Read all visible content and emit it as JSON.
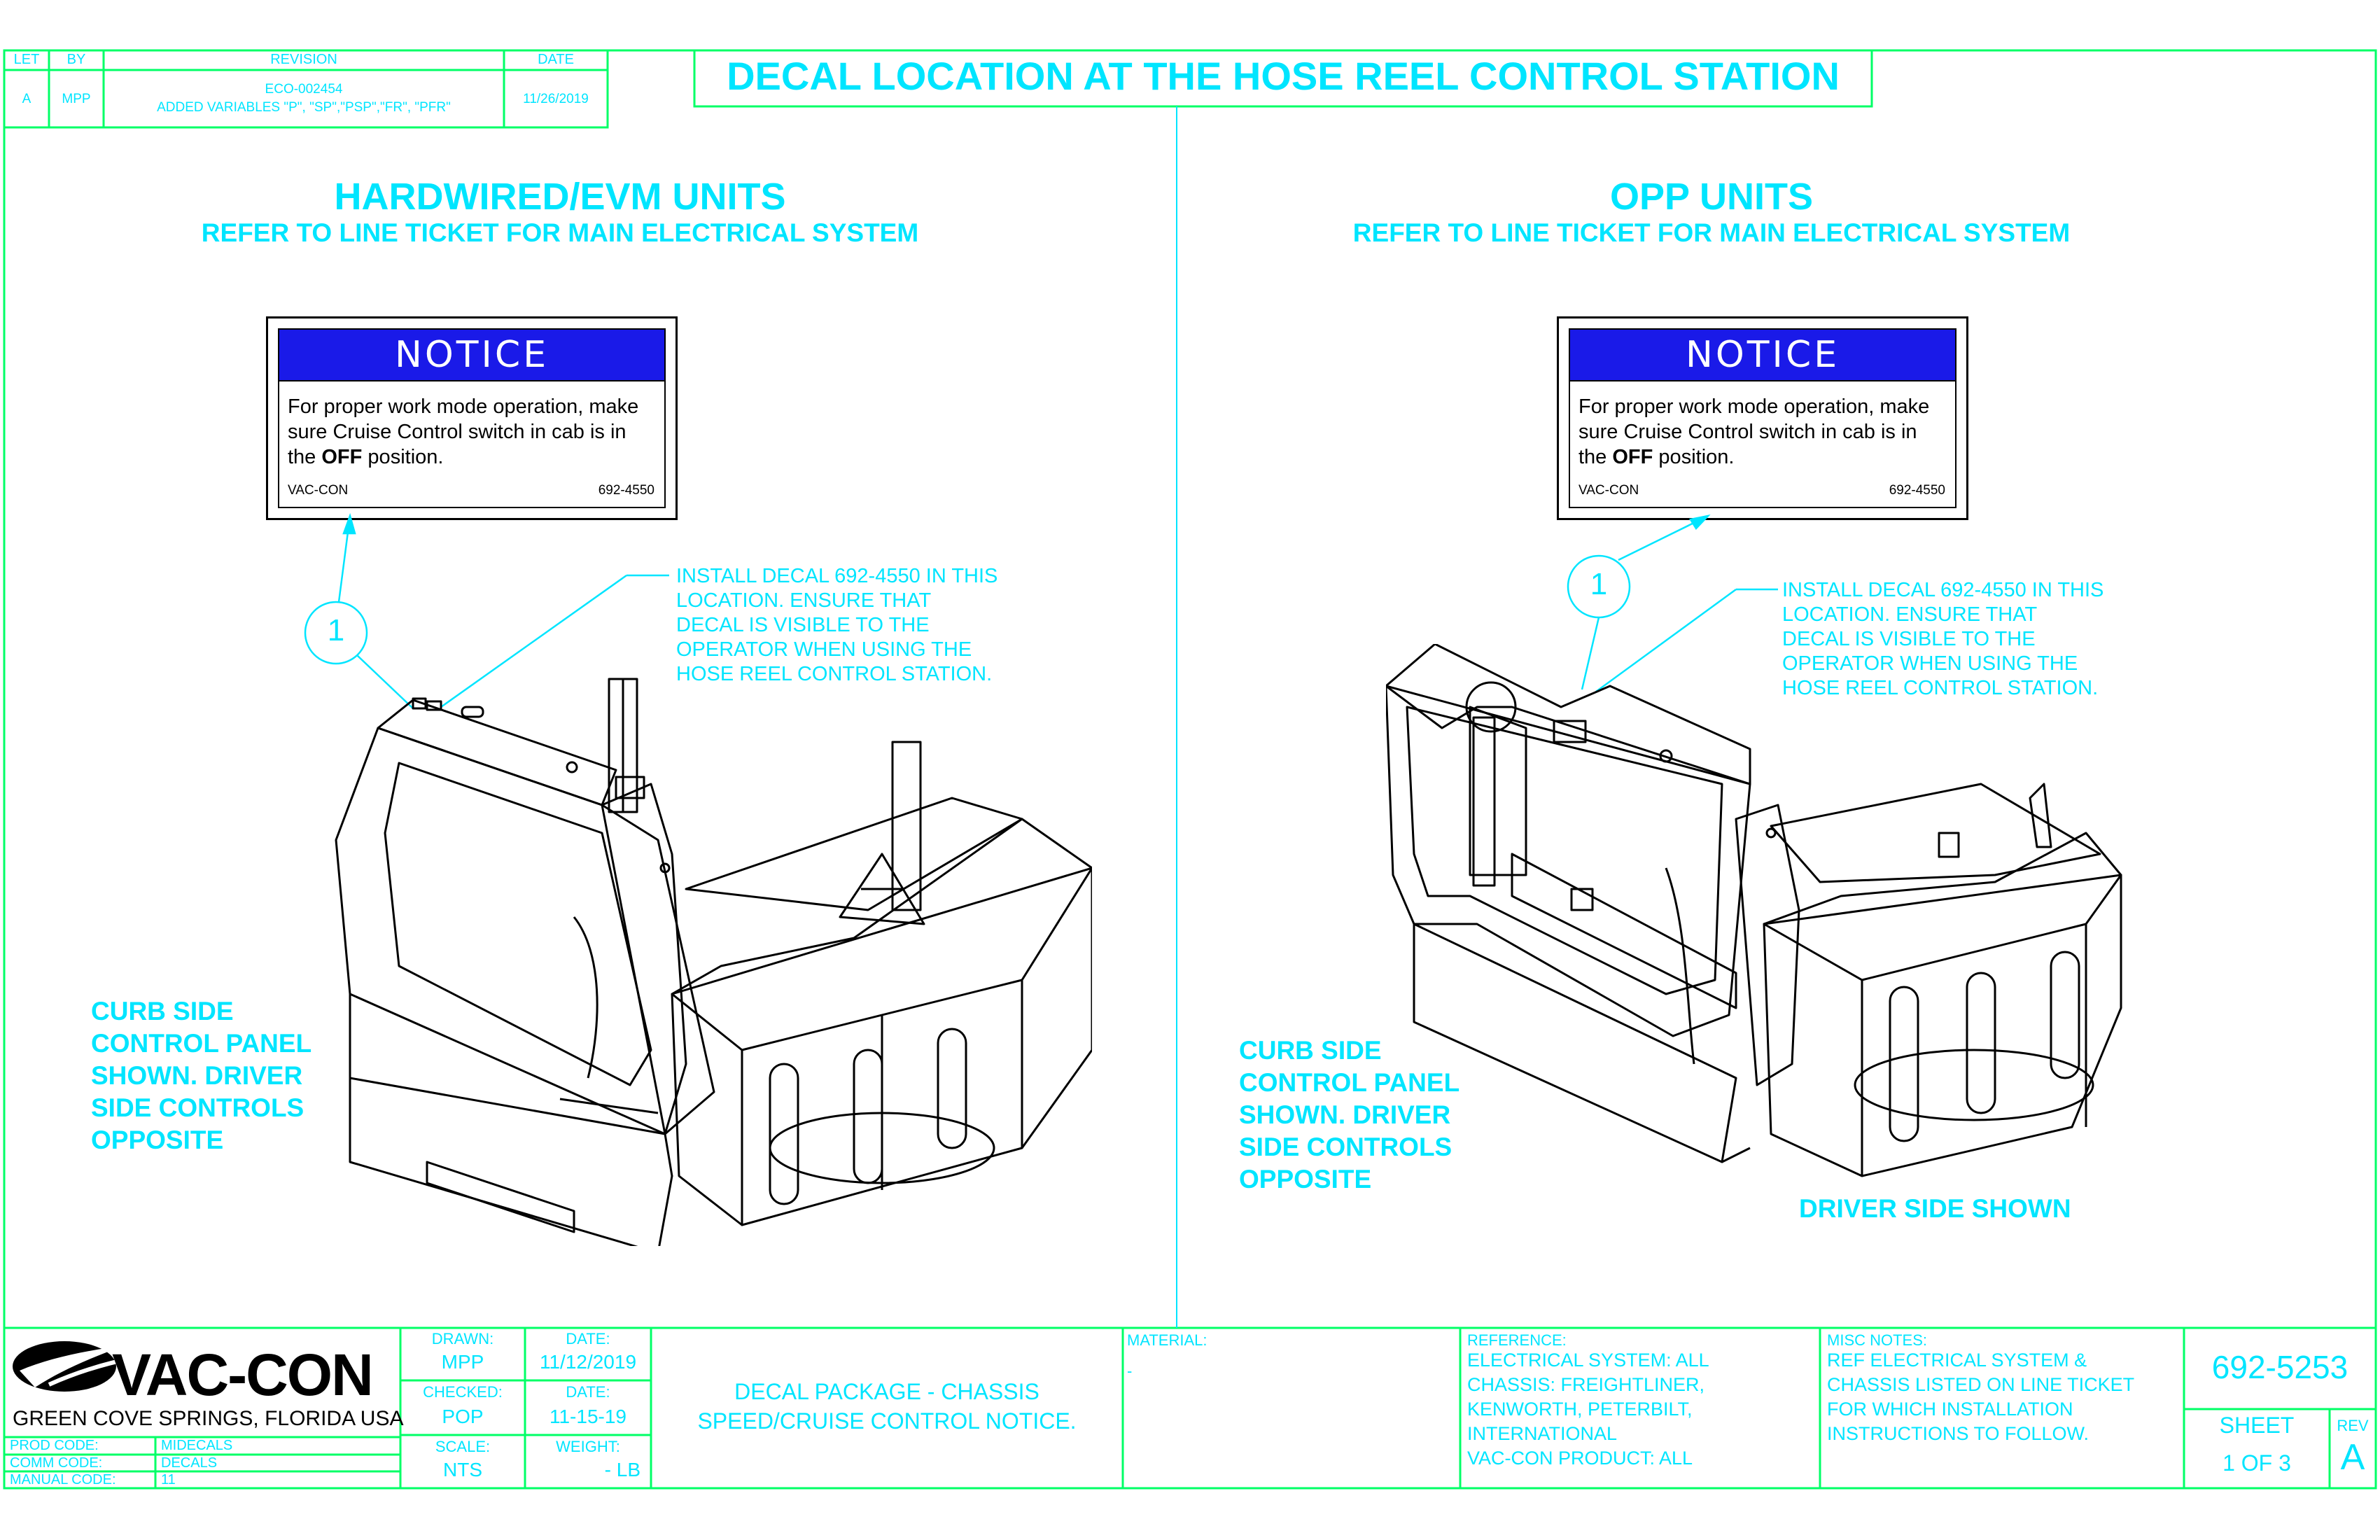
{
  "revision_table": {
    "headers": {
      "let": "LET",
      "by": "BY",
      "revision": "REVISION",
      "date": "DATE"
    },
    "row": {
      "let": "A",
      "by": "MPP",
      "rev_line1": "ECO-002454",
      "rev_line2": "ADDED VARIABLES \"P\", \"SP\",\"PSP\",\"FR\", \"PFR\"",
      "date": "11/26/2019"
    }
  },
  "title": "DECAL LOCATION AT THE HOSE REEL CONTROL STATION",
  "left_panel": {
    "heading": "HARDWIRED/EVM UNITS",
    "subheading": "REFER TO LINE TICKET FOR MAIN ELECTRICAL SYSTEM",
    "callout_number": "1",
    "install_note": "INSTALL DECAL 692-4550 IN THIS\nLOCATION. ENSURE THAT\nDECAL IS VISIBLE TO THE\nOPERATOR WHEN USING THE\nHOSE REEL CONTROL STATION.",
    "side_note": "CURB SIDE\nCONTROL PANEL\nSHOWN. DRIVER\nSIDE CONTROLS\nOPPOSITE"
  },
  "right_panel": {
    "heading": "OPP UNITS",
    "subheading": "REFER TO LINE TICKET FOR MAIN ELECTRICAL SYSTEM",
    "callout_number": "1",
    "install_note": "INSTALL DECAL 692-4550 IN THIS\nLOCATION. ENSURE THAT\nDECAL IS VISIBLE TO THE\nOPERATOR WHEN USING THE\nHOSE REEL CONTROL STATION.",
    "side_note": "CURB SIDE\nCONTROL PANEL\nSHOWN. DRIVER\nSIDE CONTROLS\nOPPOSITE",
    "driver_note": "DRIVER SIDE SHOWN"
  },
  "decal": {
    "header": "NOTICE",
    "text_before": "For proper work mode operation, make sure Cruise Control switch in cab is in the ",
    "text_bold": "OFF",
    "text_after": " position.",
    "brand": "VAC-CON",
    "part_number": "692-4550"
  },
  "title_block": {
    "logo_text": "VAC-CON",
    "location": "GREEN COVE SPRINGS, FLORIDA USA",
    "prod_code_label": "PROD CODE:",
    "prod_code": "MIDECALS",
    "comm_code_label": "COMM CODE:",
    "comm_code": "DECALS",
    "manual_code_label": "MANUAL CODE:",
    "manual_code": "11",
    "drawn_label": "DRAWN:",
    "drawn": "MPP",
    "drawn_date_label": "DATE:",
    "drawn_date": "11/12/2019",
    "checked_label": "CHECKED:",
    "checked": "POP",
    "checked_date_label": "DATE:",
    "checked_date": "11-15-19",
    "scale_label": "SCALE:",
    "scale": "NTS",
    "weight_label": "WEIGHT:",
    "weight": "- LB",
    "description_line1": "DECAL PACKAGE - CHASSIS",
    "description_line2": "SPEED/CRUISE CONTROL NOTICE.",
    "material_label": "MATERIAL:",
    "material": "-",
    "reference_label": "REFERENCE:",
    "reference": "ELECTRICAL SYSTEM: ALL\nCHASSIS: FREIGHTLINER,\nKENWORTH, PETERBILT,\nINTERNATIONAL\nVAC-CON PRODUCT: ALL",
    "misc_label": "MISC NOTES:",
    "misc": "REF ELECTRICAL SYSTEM &\nCHASSIS LISTED ON LINE TICKET\nFOR WHICH INSTALLATION\nINSTRUCTIONS TO FOLLOW.",
    "drawing_number": "692-5253",
    "sheet_label": "SHEET",
    "sheet": "1 OF 3",
    "rev_label": "REV",
    "rev": "A"
  },
  "colors": {
    "line": "#00ff66",
    "text": "#00e5ff",
    "notice_blue": "#1a1ae8",
    "drawing": "#000000"
  }
}
